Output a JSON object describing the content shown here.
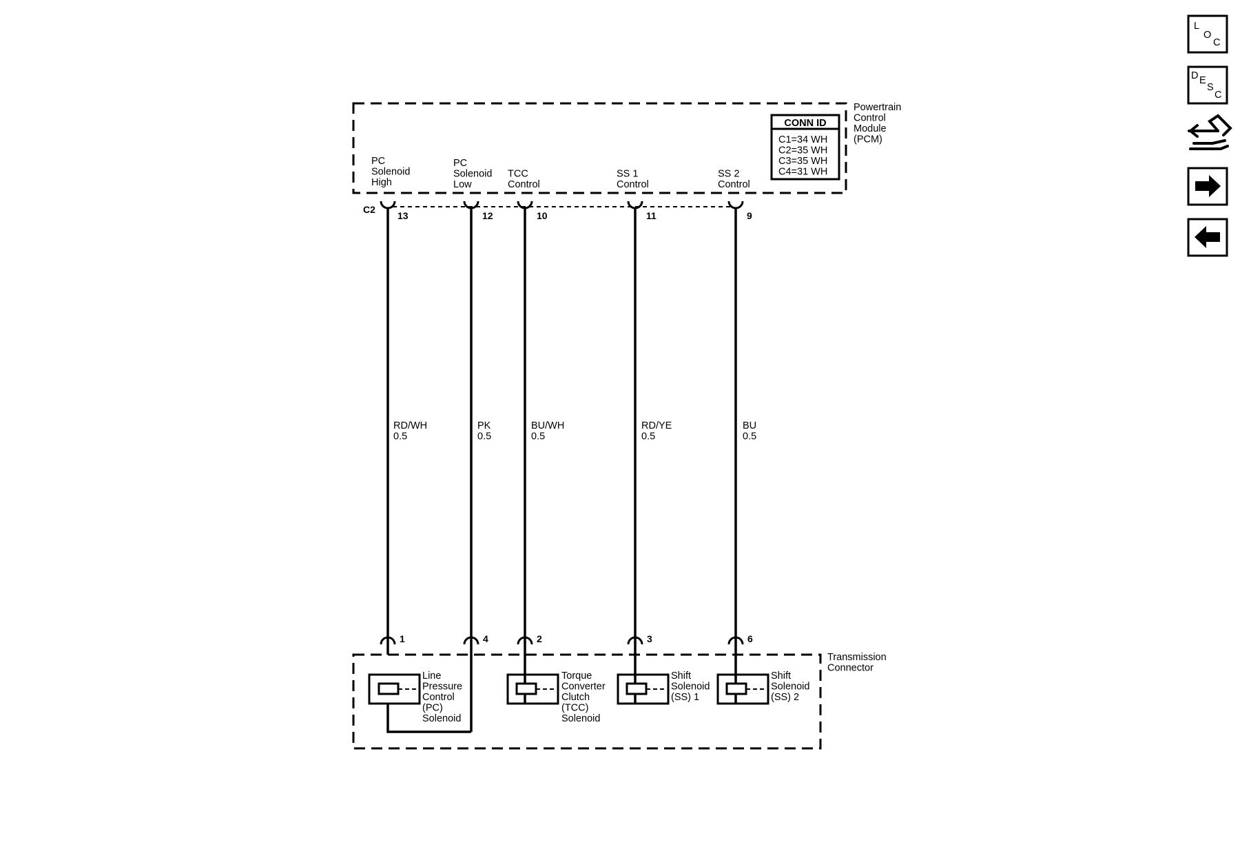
{
  "pcm": {
    "name_lines": [
      "Powertrain",
      "Control",
      "Module",
      "(PCM)"
    ],
    "conn_id": {
      "title": "CONN ID",
      "rows": [
        "C1=34 WH",
        "C2=35 WH",
        "C3=35 WH",
        "C4=31 WH"
      ]
    },
    "connector": "C2"
  },
  "transmission": {
    "name_lines": [
      "Transmission",
      "Connector"
    ]
  },
  "circuits": [
    {
      "pcm_label": [
        "PC",
        "Solenoid",
        "High"
      ],
      "pcm_pin": "13",
      "wire_color": "RD/WH",
      "wire_size": "0.5",
      "trans_pin": "1"
    },
    {
      "pcm_label": [
        "PC",
        "Solenoid",
        "Low"
      ],
      "pcm_pin": "12",
      "wire_color": "PK",
      "wire_size": "0.5",
      "trans_pin": "4"
    },
    {
      "pcm_label": [
        "TCC",
        "Control"
      ],
      "pcm_pin": "10",
      "wire_color": "BU/WH",
      "wire_size": "0.5",
      "trans_pin": "2"
    },
    {
      "pcm_label": [
        "SS 1",
        "Control"
      ],
      "pcm_pin": "11",
      "wire_color": "RD/YE",
      "wire_size": "0.5",
      "trans_pin": "3"
    },
    {
      "pcm_label": [
        "SS 2",
        "Control"
      ],
      "pcm_pin": "9",
      "wire_color": "BU",
      "wire_size": "0.5",
      "trans_pin": "6"
    }
  ],
  "components": [
    {
      "label": [
        "Line",
        "Pressure",
        "Control",
        "(PC)",
        "Solenoid"
      ]
    },
    {
      "label": [
        "Torque",
        "Converter",
        "Clutch",
        "(TCC)",
        "Solenoid"
      ]
    },
    {
      "label": [
        "Shift",
        "Solenoid",
        "(SS) 1"
      ]
    },
    {
      "label": [
        "Shift",
        "Solenoid",
        "(SS) 2"
      ]
    }
  ],
  "nav": {
    "loc": [
      "L",
      "O",
      "C"
    ],
    "desc": [
      "D",
      "E",
      "S",
      "C"
    ]
  },
  "icons": [
    "loc-icon",
    "desc-icon",
    "wiring-harness-icon",
    "arrow-right-icon",
    "arrow-left-icon"
  ]
}
